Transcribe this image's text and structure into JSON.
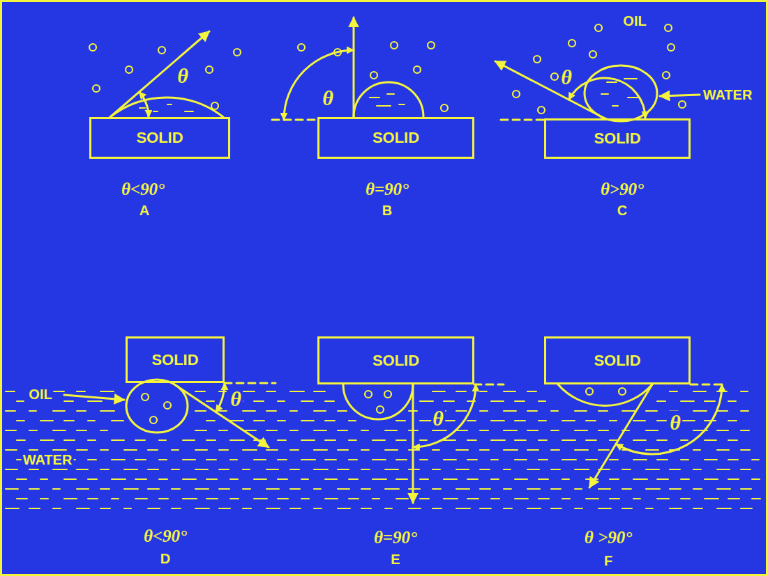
{
  "diagram": {
    "nodes": [
      {
        "text": [
          "SOLID"
        ]
      },
      {
        "text": [
          "SOLID"
        ]
      },
      {
        "text": [
          "SOLID"
        ]
      },
      {
        "text": [
          "SOLID"
        ]
      },
      {
        "text": [
          "SOLID"
        ]
      },
      {
        "text": [
          "SOLID"
        ]
      }
    ],
    "labels": [
      "θ",
      "θ<90°",
      "A",
      "θ",
      "θ=90°",
      "B",
      "OIL",
      "θ",
      "WATER",
      "θ>90°",
      "C",
      "OIL",
      "θ",
      "WATER",
      "θ<90°",
      "D",
      "θ",
      "θ=90°",
      "E",
      "θ",
      "θ >90°",
      "F"
    ]
  }
}
